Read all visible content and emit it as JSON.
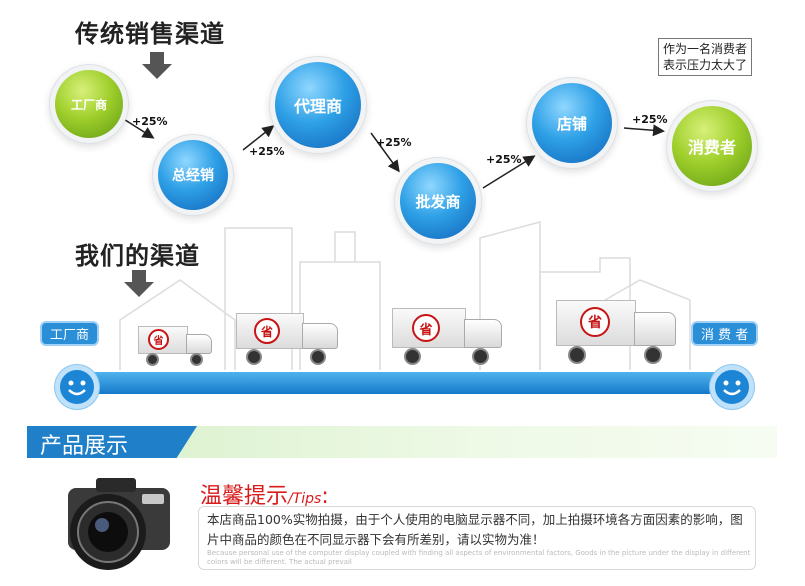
{
  "traditional": {
    "heading": "传统销售渠道",
    "nodes": [
      "工厂商",
      "总经销",
      "代理商",
      "批发商",
      "店铺",
      "消费者"
    ],
    "markup": "+25%",
    "speech": [
      "作为一名消费者",
      "表示压力太大了"
    ]
  },
  "ours": {
    "heading": "我们的渠道",
    "start_label": "工厂商",
    "end_label": "消 费 者",
    "seal_char": "省"
  },
  "showcase": {
    "banner": "产品展示"
  },
  "tips": {
    "title": "温馨提示",
    "title_en": "/Tips",
    "colon": ":",
    "body": "本店商品100%实物拍摄，由于个人使用的电脑显示器不同，加上拍摄环境各方面因素的影响，图片中商品的颜色在不同显示器下会有所差别，请以实物为准！",
    "body_en": "Because personal use of the computer display coupled with finding all aspects of environmental factors, Goods in the picture under the display in different colors will be different. The actual prevail"
  },
  "colors": {
    "green_node": "#8fc31f",
    "blue_node": "#1f8fe0",
    "road": "#1a82d3",
    "banner_blue": "#1f7fc9",
    "tips_red": "#d91b1b",
    "seal_red": "#c81414"
  }
}
